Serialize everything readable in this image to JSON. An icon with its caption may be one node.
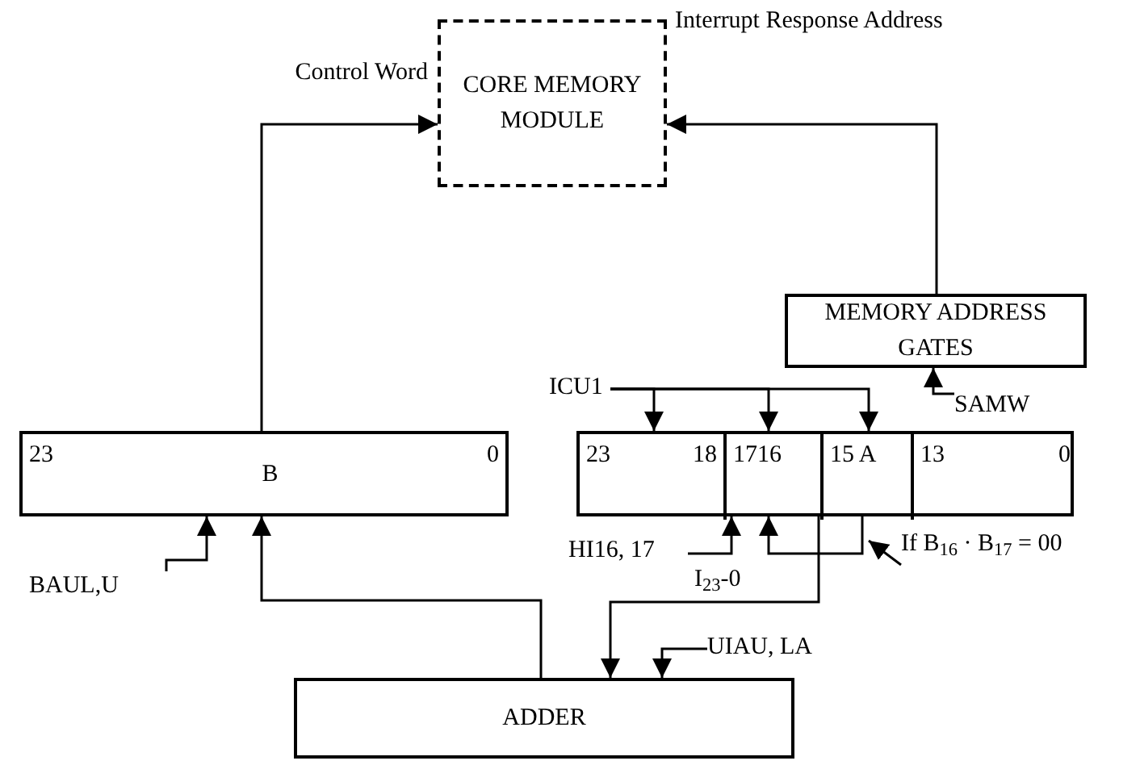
{
  "diagram": {
    "nodes": [
      {
        "text": [
          "CORE MEMORY MODULE"
        ]
      },
      {
        "text": [
          "MEMORY ADDRESS GATES"
        ]
      },
      {
        "text": [
          "23",
          "B",
          "0"
        ]
      },
      {
        "text": [],
        "shape": "box"
      },
      {
        "text": [
          "23",
          "18"
        ],
        "in": 3
      },
      {
        "text": [
          "1716"
        ],
        "in": 3
      },
      {
        "text": [
          "15 A"
        ],
        "in": 3
      },
      {
        "text": [
          "13",
          "0"
        ],
        "in": 3
      },
      {
        "text": [
          "ADDER"
        ]
      },
      {
        "text": [
          "ICU1"
        ]
      },
      {
        "text": [
          "SAMW"
        ]
      },
      {
        "text": [
          "BAUL,U"
        ]
      },
      {
        "text": [
          "HI16, 17"
        ]
      },
      {
        "text": [
          "If B$_{16}$ · B$_{17}$ = 00"
        ]
      },
      {
        "text": [
          "UIAU, LA"
        ]
      }
    ],
    "edges": [
      {
        "from": 2,
        "to": 0,
        "arrow": "to",
        "label": "Control Word"
      },
      {
        "from": 1,
        "to": 0,
        "arrow": "to",
        "label": "Interrupt Response Address"
      },
      {
        "from": 9,
        "to": 4,
        "arrow": "to"
      },
      {
        "from": 9,
        "to": 5,
        "arrow": "to"
      },
      {
        "from": 9,
        "to": 6,
        "arrow": "to"
      },
      {
        "from": 10,
        "to": 1,
        "arrow": "to"
      },
      {
        "from": 11,
        "to": 2,
        "arrow": "to"
      },
      {
        "from": 8,
        "to": 2,
        "arrow": "to"
      },
      {
        "from": 12,
        "to": 5,
        "arrow": "to"
      },
      {
        "from": 6,
        "to": 5,
        "arrow": "to"
      },
      {
        "from": 6,
        "to": 8,
        "arrow": "to",
        "label": "I$_{23}$-0"
      },
      {
        "from": 14,
        "to": 8,
        "arrow": "to"
      },
      {
        "from": 13,
        "to": null,
        "arrow": "to"
      }
    ]
  }
}
